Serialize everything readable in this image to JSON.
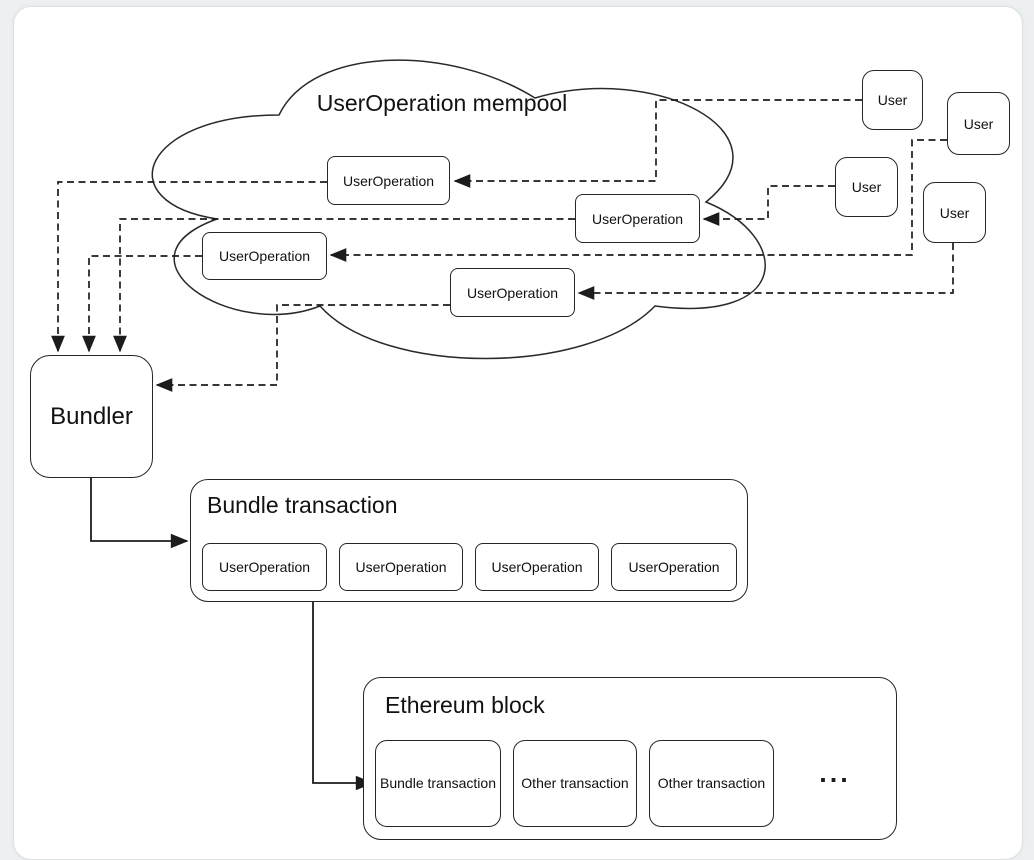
{
  "diagram": {
    "mempool": {
      "title": "UserOperation mempool",
      "operations": [
        {
          "label": "UserOperation"
        },
        {
          "label": "UserOperation"
        },
        {
          "label": "UserOperation"
        },
        {
          "label": "UserOperation"
        }
      ]
    },
    "users": [
      {
        "label": "User"
      },
      {
        "label": "User"
      },
      {
        "label": "User"
      },
      {
        "label": "User"
      }
    ],
    "bundler": {
      "label": "Bundler"
    },
    "bundle": {
      "title": "Bundle transaction",
      "operations": [
        {
          "label": "UserOperation"
        },
        {
          "label": "UserOperation"
        },
        {
          "label": "UserOperation"
        },
        {
          "label": "UserOperation"
        }
      ]
    },
    "block": {
      "title": "Ethereum block",
      "items": [
        {
          "label": "Bundle transaction"
        },
        {
          "label": "Other transaction"
        },
        {
          "label": "Other transaction"
        }
      ],
      "more": "..."
    },
    "colors": {
      "stroke": "#1c1c1c",
      "node_border": "#262626",
      "canvas": "#ffffff",
      "page_background": "#edf0f0"
    }
  }
}
